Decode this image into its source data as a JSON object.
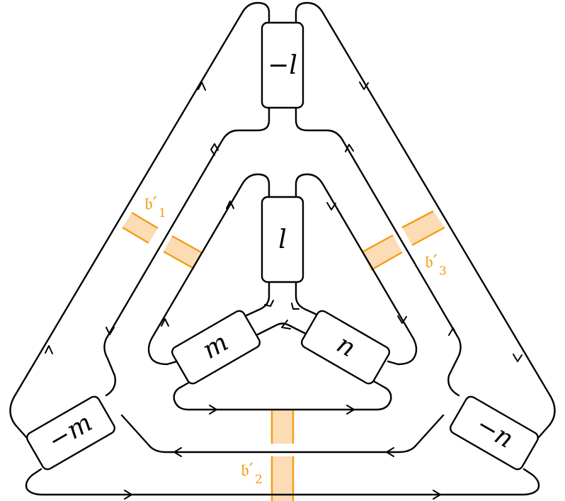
{
  "boxes": {
    "top_outer": "−l",
    "top_inner": "l",
    "left_inner": "m",
    "right_inner": "n",
    "left_outer": "−m",
    "right_outer": "−n"
  },
  "bands": {
    "b1": {
      "main": "𝔟′",
      "sub": "1"
    },
    "b2": {
      "main": "𝔟′",
      "sub": "2"
    },
    "b3": {
      "main": "𝔟′",
      "sub": "3"
    }
  },
  "colors": {
    "line": "#000000",
    "band_fill": "#fcdcb4",
    "band_edge": "#f39c12",
    "label": "#f39c12"
  }
}
